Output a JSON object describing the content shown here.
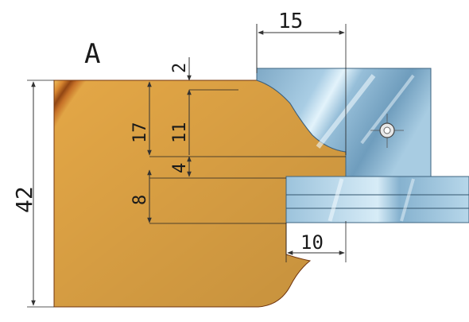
{
  "section_label": "A",
  "dimensions": {
    "cutter_width": "15",
    "top_step": "2",
    "profile_depth": "17",
    "bead_depth": "11",
    "lower_step": "4",
    "tongue_height": "8",
    "tongue_width": "10",
    "total_height": "42"
  },
  "colors": {
    "wood_base": "#d2782a",
    "wood_light": "#f0b04a",
    "wood_dark": "#9a4a14",
    "cutter_body": "#8fb8d4",
    "cutter_light": "#dbeef8",
    "cutter_dark": "#5b8aab",
    "dimension_line": "#333333"
  }
}
